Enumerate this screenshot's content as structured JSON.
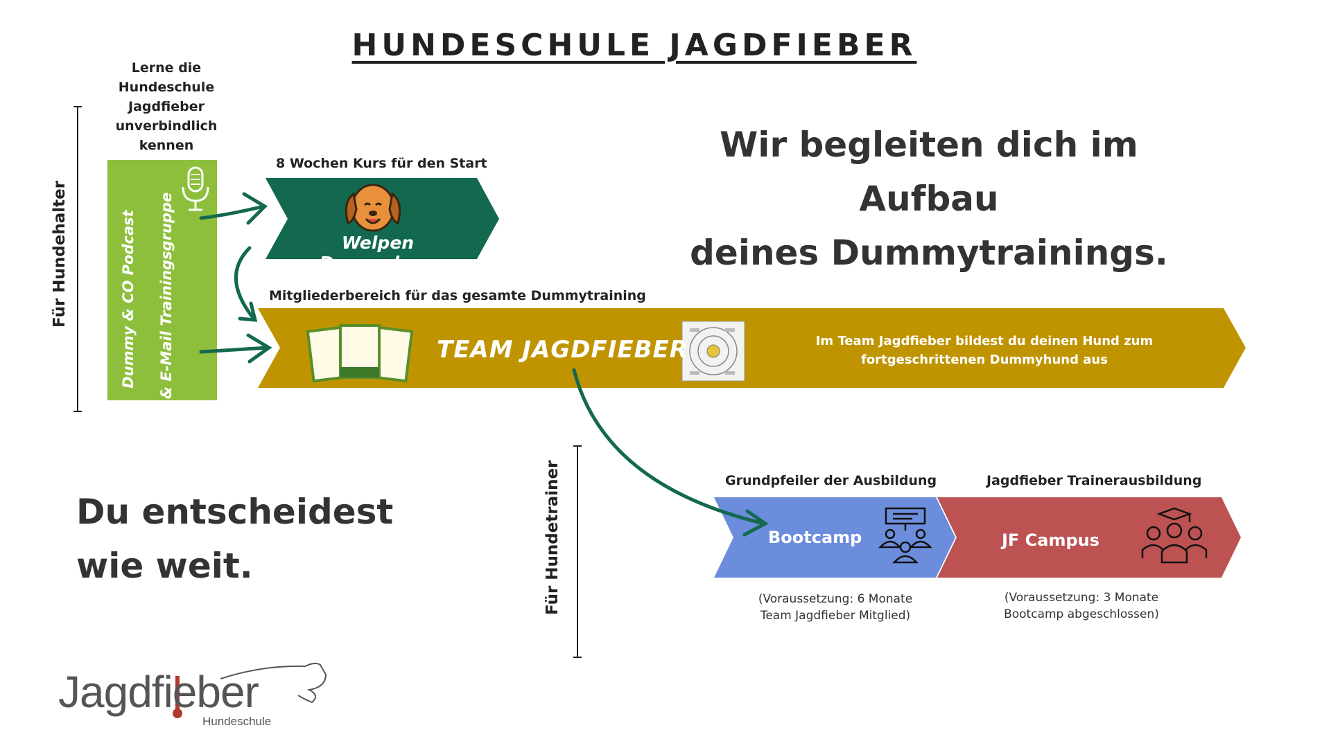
{
  "title": "HUNDESCHULE JAGDFIEBER",
  "intro_text": "Lerne die Hundeschule Jagdfieber unverbindlich kennen",
  "side_labels": {
    "hundehalter": "Für Hundehalter",
    "hundetrainer": "Für Hundetrainer"
  },
  "podcast_box": {
    "line1": "Dummy & CO Podcast",
    "line2": "& E-Mail Trainingsgruppe",
    "color": "#8dbf3c",
    "icon": "microphone-icon"
  },
  "welpen": {
    "caption": "8 Wochen Kurs für den Start",
    "label": "Welpen Dummykurs",
    "color": "#13694f",
    "icon": "dog-icon"
  },
  "team": {
    "caption": "Mitgliederbereich für das gesamte Dummytraining",
    "label": "TEAM JAGDFIEBER",
    "description_line1": "Im Team Jagdfieber bildest du deinen Hund zum",
    "description_line2": "fortgeschrittenen Dummyhund aus",
    "color": "#c09400"
  },
  "headline": {
    "line1": "Wir begleiten dich im Aufbau",
    "line2": "deines Dummytrainings."
  },
  "decide": {
    "line1": "Du entscheidest",
    "line2": "wie weit."
  },
  "bootcamp": {
    "caption": "Grundpfeiler der Ausbildung",
    "label": "Bootcamp",
    "note_line1": "(Voraussetzung: 6 Monate",
    "note_line2": "Team Jagdfieber Mitglied)",
    "color": "#6c8ddb",
    "icon": "presentation-group-icon"
  },
  "campus": {
    "caption": "Jagdfieber Trainerausbildung",
    "label": "JF Campus",
    "note_line1": "(Voraussetzung: 3 Monate",
    "note_line2": "Bootcamp abgeschlossen)",
    "color": "#bc5252",
    "icon": "graduates-icon"
  },
  "logo": {
    "name": "Jagdfieber",
    "sub": "Hundeschule",
    "accent": "#b03a2e"
  },
  "arrow_color": "#13694f"
}
